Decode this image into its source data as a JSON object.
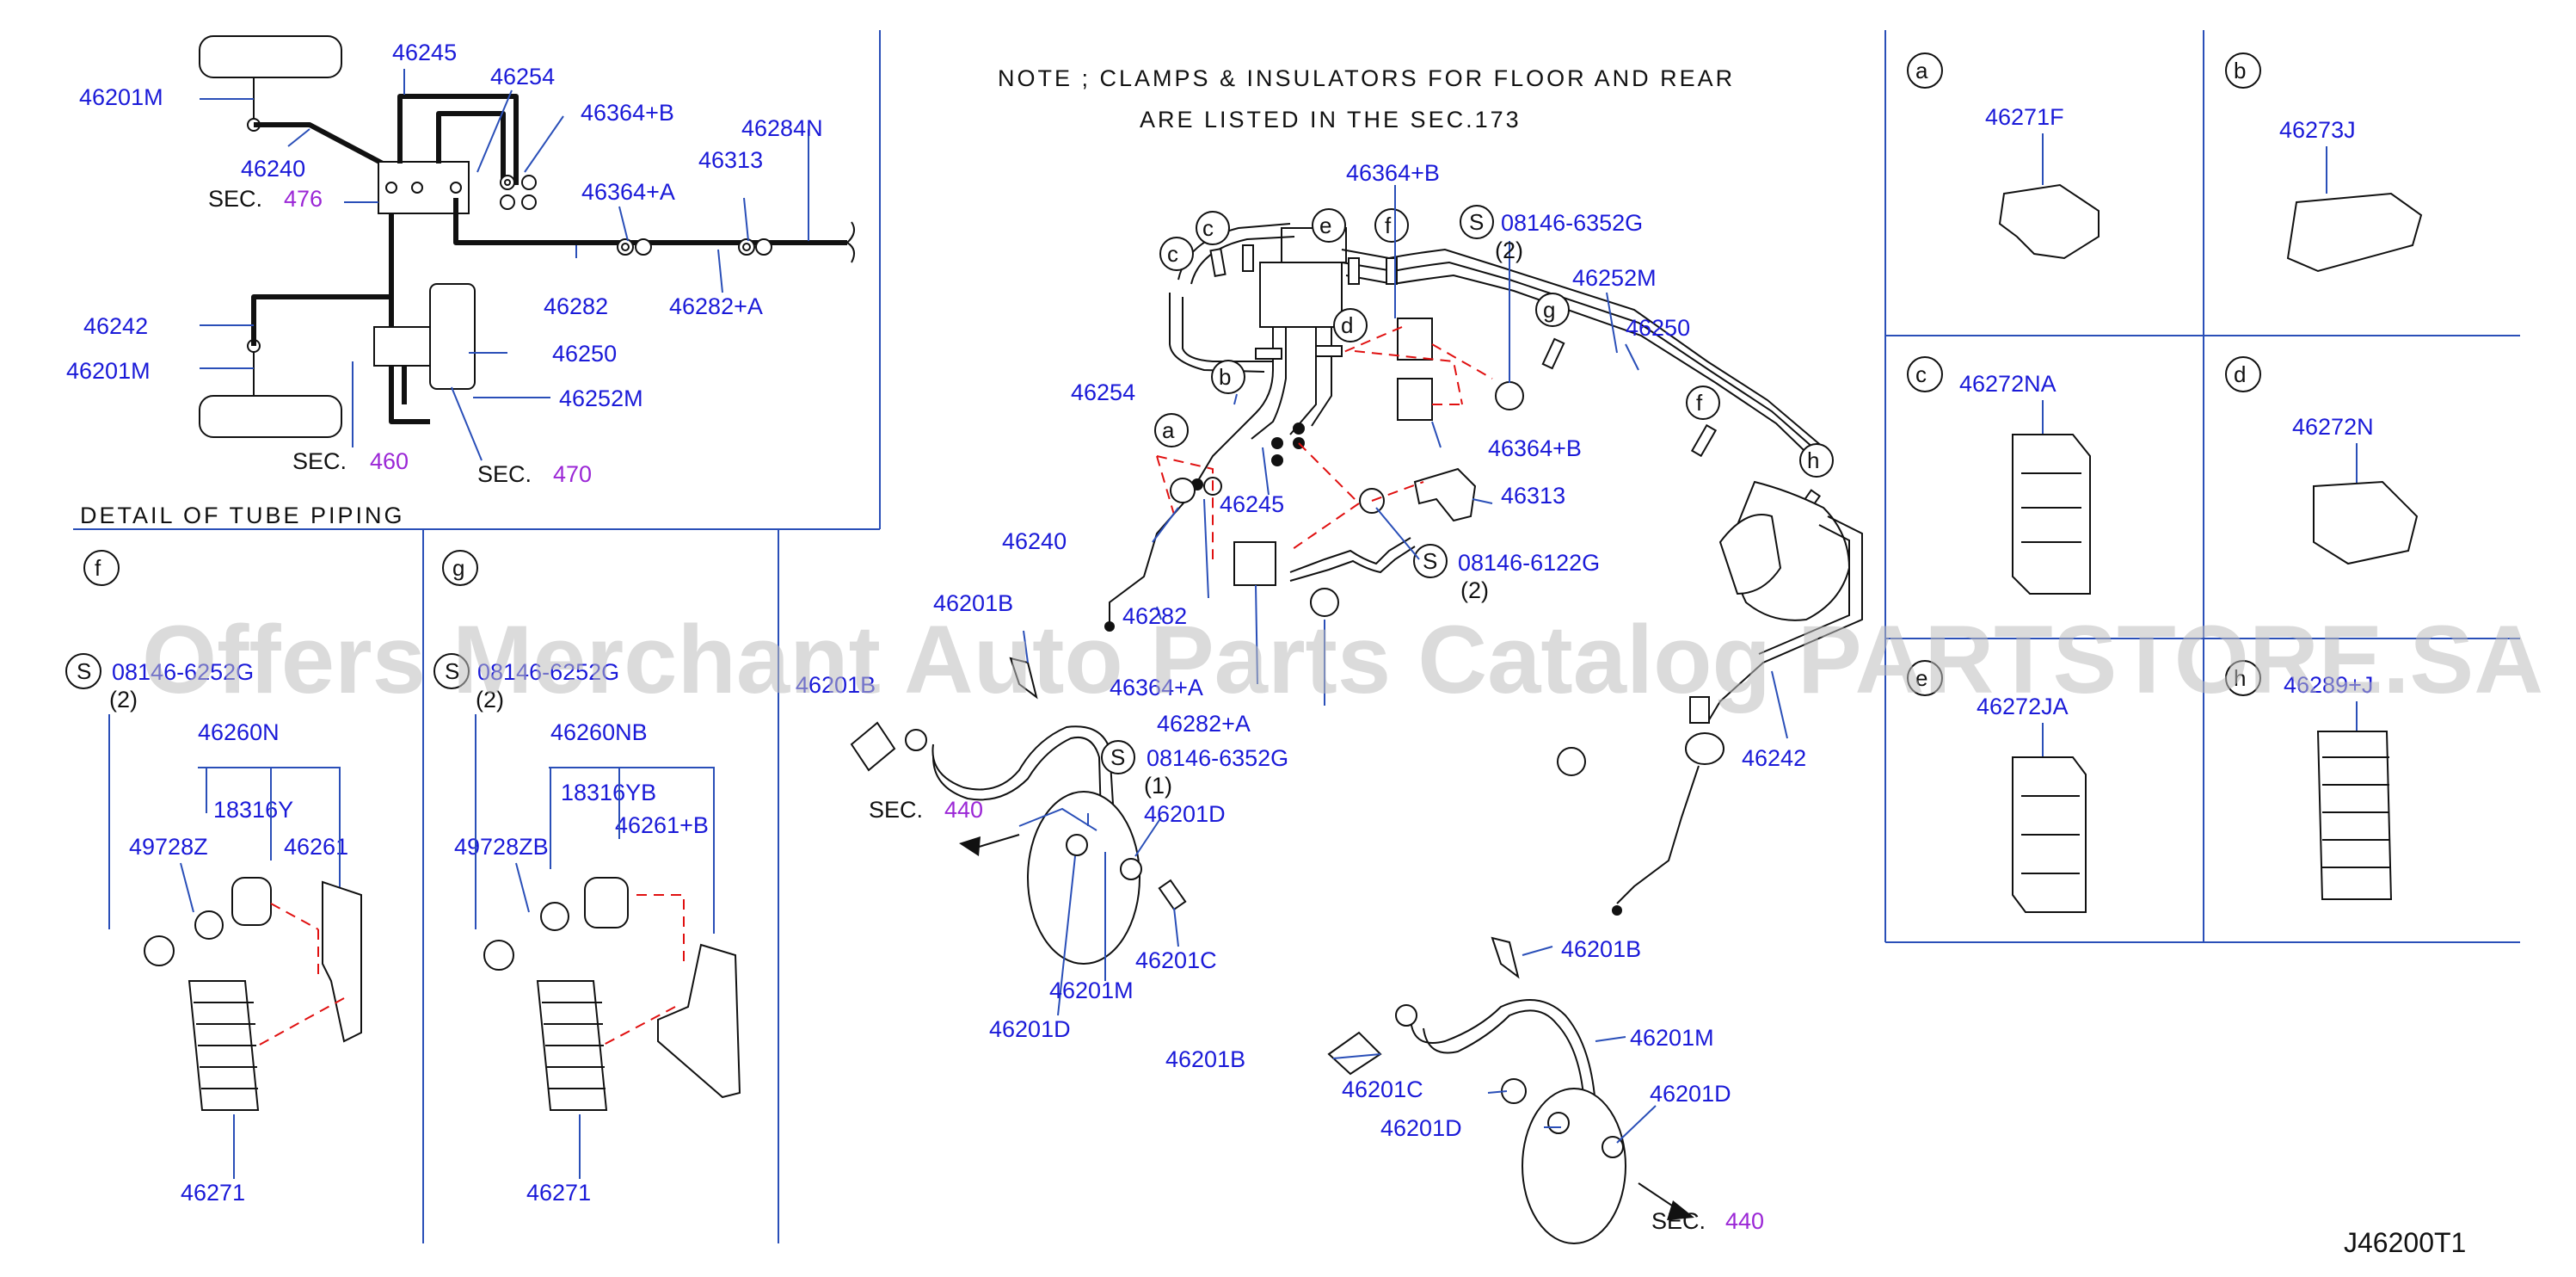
{
  "note": {
    "line1": "NOTE ; CLAMPS & INSULATORS FOR FLOOR AND REAR",
    "line2": "ARE LISTED IN THE SEC.173"
  },
  "watermark": "Offers Merchant Auto Parts Catalog PARTSTORE.SA",
  "diagram_code": "J46200T1",
  "sections": {
    "detail_title": "DETAIL OF TUBE PIPING",
    "sec_word": "SEC.",
    "sec476": "476",
    "sec460": "460",
    "sec470": "470",
    "sec440": "440"
  },
  "circles": {
    "a": "a",
    "b": "b",
    "c": "c",
    "d": "d",
    "e": "e",
    "f": "f",
    "g": "g",
    "h": "h",
    "s": "S"
  },
  "detail_labels": {
    "p46201M_top": "46201M",
    "p46245": "46245",
    "p46254": "46254",
    "p46364B": "46364+B",
    "p46284N": "46284N",
    "p46240": "46240",
    "p46313": "46313",
    "p46364A": "46364+A",
    "p46282": "46282",
    "p46282A": "46282+A",
    "p46242": "46242",
    "p46201M_bot": "46201M",
    "p46250": "46250",
    "p46252M": "46252M"
  },
  "panel_f": {
    "bolt": "08146-6252G",
    "qty": "(2)",
    "p46260N": "46260N",
    "p18316Y": "18316Y",
    "p49728Z": "49728Z",
    "p46261": "46261",
    "p46271": "46271"
  },
  "panel_g": {
    "bolt": "08146-6252G",
    "qty": "(2)",
    "p46260NB": "46260NB",
    "p18316YB": "18316YB",
    "p49728ZB": "49728ZB",
    "p46261B": "46261+B",
    "p46271": "46271"
  },
  "main_labels": {
    "p46364B_a": "46364+B",
    "bolt1": "08146-6352G",
    "qty1": "(2)",
    "p46252M": "46252M",
    "p46250": "46250",
    "p46254": "46254",
    "p46364B_b": "46364+B",
    "p46313": "46313",
    "p46245": "46245",
    "p46240": "46240",
    "bolt2": "08146-6122G",
    "qty2": "(2)",
    "p46282": "46282",
    "p46201B_1": "46201B",
    "p46201B_2": "46201B",
    "p46364A": "46364+A",
    "p46282A": "46282+A",
    "bolt3": "08146-6352G",
    "qty3": "(1)",
    "p46201D_1": "46201D",
    "p46201C_1": "46201C",
    "p46201M_1": "46201M",
    "p46201D_2": "46201D",
    "p46242": "46242",
    "p46201B_3": "46201B",
    "p46201M_2": "46201M",
    "p46201B_4": "46201B",
    "p46201C_2": "46201C",
    "p46201D_3": "46201D",
    "p46201D_4": "46201D"
  },
  "grid_labels": {
    "a": "46271F",
    "b": "46273J",
    "c": "46272NA",
    "d": "46272N",
    "e": "46272JA",
    "h": "46289+J"
  }
}
